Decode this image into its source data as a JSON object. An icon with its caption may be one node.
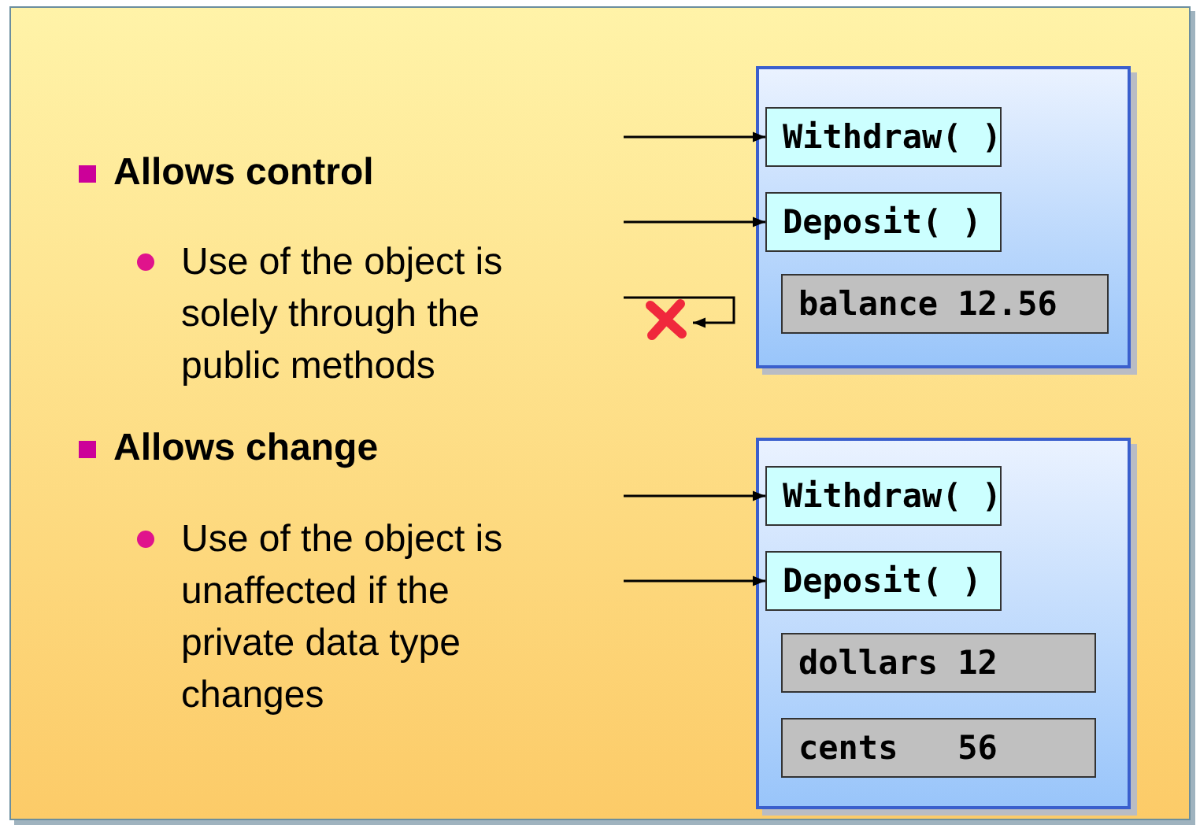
{
  "diagram": {
    "nodes": [
      {
        "text": [],
        "shape": "box"
      },
      {
        "text": [
          "Withdraw( )"
        ],
        "in": 0
      },
      {
        "text": [
          "Deposit( )"
        ],
        "in": 0
      },
      {
        "text": [
          "balance 12.56"
        ],
        "in": 0
      },
      {
        "text": [],
        "shape": "cross"
      },
      {
        "text": [],
        "shape": "box"
      },
      {
        "text": [
          "Withdraw( )"
        ],
        "in": 5
      },
      {
        "text": [
          "Deposit( )"
        ],
        "in": 5
      },
      {
        "text": [
          "dollars 12"
        ],
        "in": 5
      },
      {
        "text": [
          "cents   56"
        ],
        "in": 5
      }
    ],
    "edges": [
      {
        "from": null,
        "to": 1,
        "arrow": "to"
      },
      {
        "from": null,
        "to": 2,
        "arrow": "to"
      },
      {
        "from": null,
        "to": 4,
        "arrow": "to"
      },
      {
        "from": null,
        "to": 6,
        "arrow": "to"
      },
      {
        "from": null,
        "to": 7,
        "arrow": "to"
      }
    ],
    "labels": [
      "Allows control",
      "Use of the object is solely through the public methods",
      "Allows change",
      "Use of the object is unaffected if the private data type changes"
    ]
  }
}
